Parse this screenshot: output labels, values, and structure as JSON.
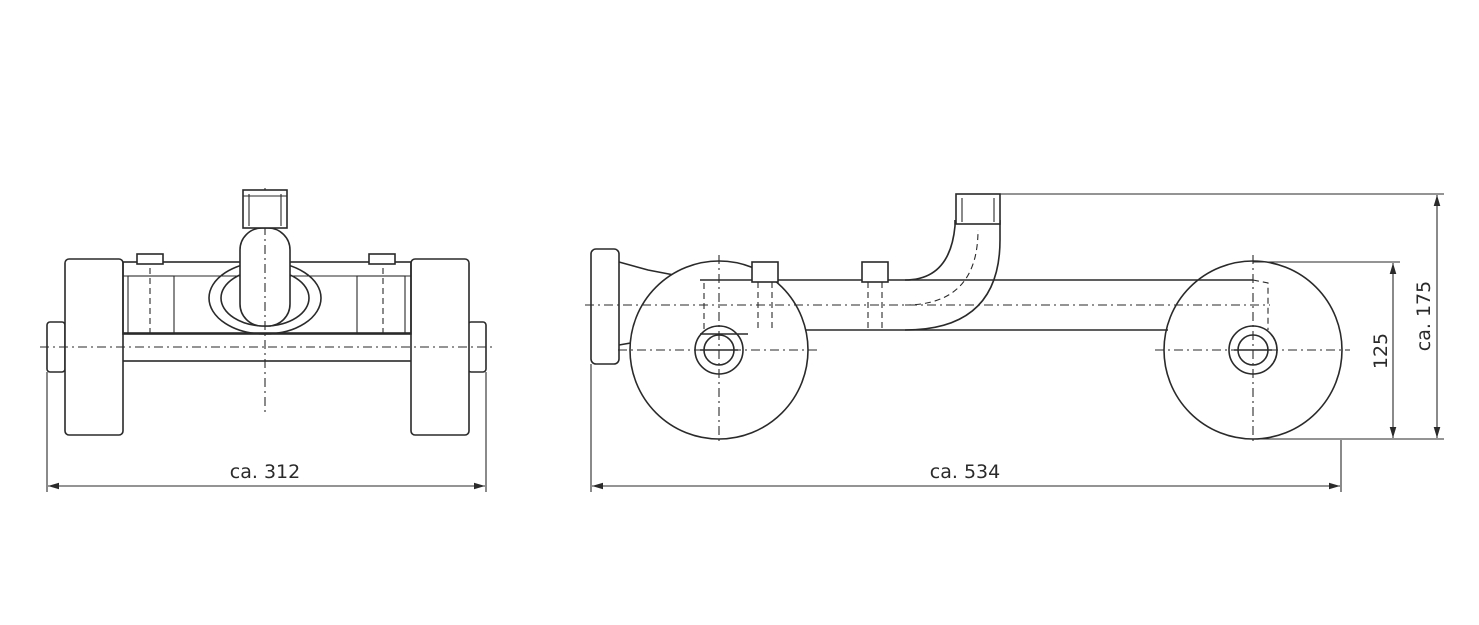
{
  "drawing": {
    "front_view": {
      "width_label": "ca. 312"
    },
    "side_view": {
      "length_label": "ca. 534",
      "wheel_height_label": "125",
      "total_height_label": "ca. 175"
    }
  },
  "colors": {
    "line": "#2a2a2a",
    "background": "#ffffff"
  }
}
